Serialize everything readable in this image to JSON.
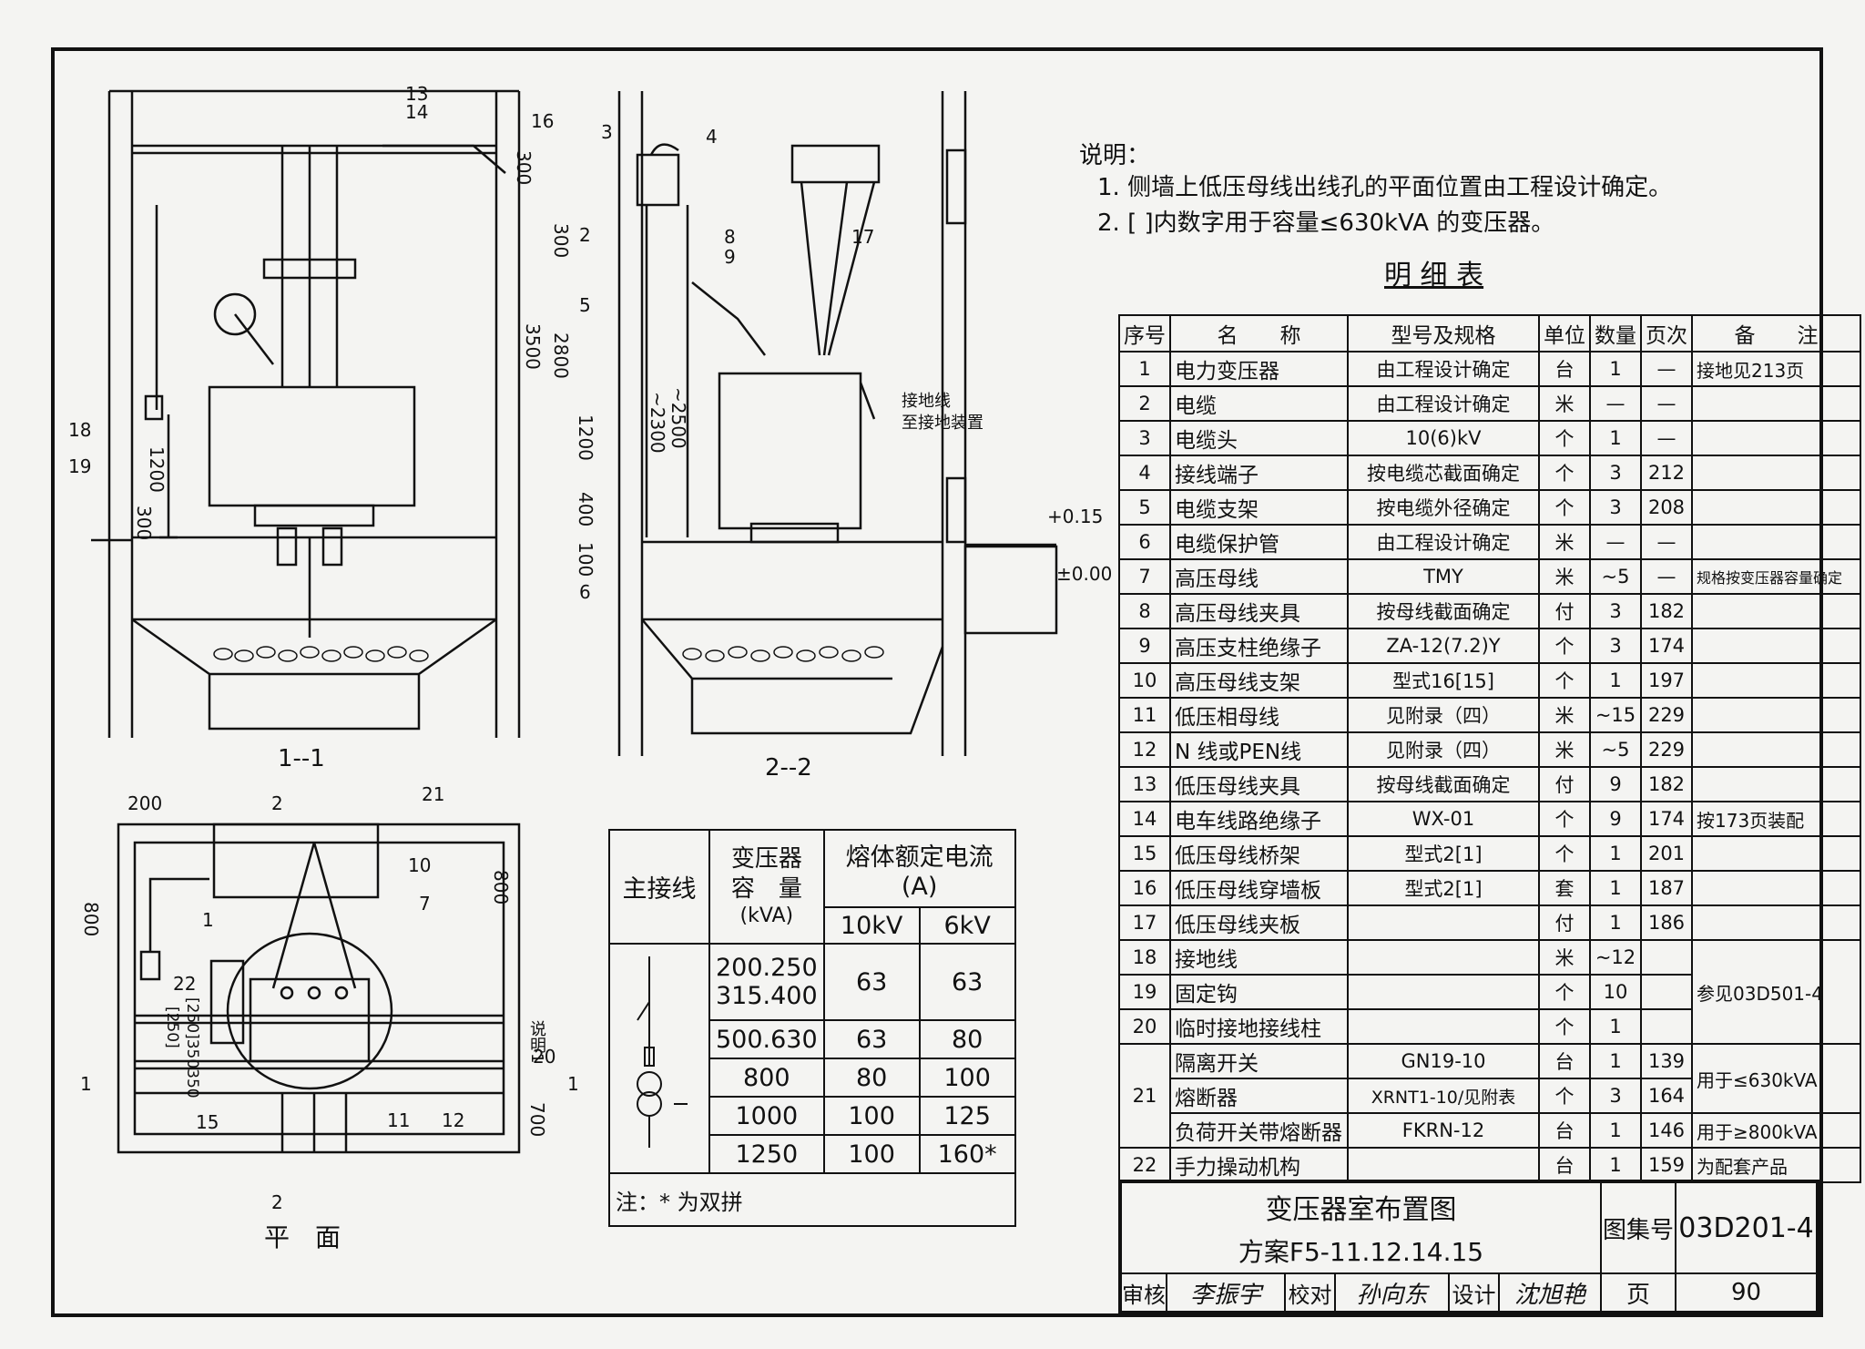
{
  "notes": {
    "heading": "说明：",
    "items": [
      "1. 侧墙上低压母线出线孔的平面位置由工程设计确定。",
      "2. [ ]内数字用于容量≤630kVA 的变压器。"
    ]
  },
  "parts_table": {
    "title": "明 细 表",
    "headers": [
      "序号",
      "名　　称",
      "型号及规格",
      "单位",
      "数量",
      "页次",
      "备　　注"
    ],
    "rows": [
      [
        "1",
        "电力变压器",
        "由工程设计确定",
        "台",
        "1",
        "—",
        "接地见213页"
      ],
      [
        "2",
        "电缆",
        "由工程设计确定",
        "米",
        "—",
        "—",
        ""
      ],
      [
        "3",
        "电缆头",
        "10(6)kV",
        "个",
        "1",
        "—",
        ""
      ],
      [
        "4",
        "接线端子",
        "按电缆芯截面确定",
        "个",
        "3",
        "212",
        ""
      ],
      [
        "5",
        "电缆支架",
        "按电缆外径确定",
        "个",
        "3",
        "208",
        ""
      ],
      [
        "6",
        "电缆保护管",
        "由工程设计确定",
        "米",
        "—",
        "—",
        ""
      ],
      [
        "7",
        "高压母线",
        "TMY",
        "米",
        "~5",
        "—",
        "规格按变压器容量确定"
      ],
      [
        "8",
        "高压母线夹具",
        "按母线截面确定",
        "付",
        "3",
        "182",
        ""
      ],
      [
        "9",
        "高压支柱绝缘子",
        "ZA-12(7.2)Y",
        "个",
        "3",
        "174",
        ""
      ],
      [
        "10",
        "高压母线支架",
        "型式16[15]",
        "个",
        "1",
        "197",
        ""
      ],
      [
        "11",
        "低压相母线",
        "见附录（四）",
        "米",
        "~15",
        "229",
        ""
      ],
      [
        "12",
        "N 线或PEN线",
        "见附录（四）",
        "米",
        "~5",
        "229",
        ""
      ],
      [
        "13",
        "低压母线夹具",
        "按母线截面确定",
        "付",
        "9",
        "182",
        ""
      ],
      [
        "14",
        "电车线路绝缘子",
        "WX-01",
        "个",
        "9",
        "174",
        "按173页装配"
      ],
      [
        "15",
        "低压母线桥架",
        "型式2[1]",
        "个",
        "1",
        "201",
        ""
      ],
      [
        "16",
        "低压母线穿墙板",
        "型式2[1]",
        "套",
        "1",
        "187",
        ""
      ],
      [
        "17",
        "低压母线夹板",
        "",
        "付",
        "1",
        "186",
        ""
      ],
      [
        "18",
        "接地线",
        "",
        "米",
        "~12",
        "",
        "参见03D501-4"
      ],
      [
        "19",
        "固定钩",
        "",
        "个",
        "10",
        "",
        ""
      ],
      [
        "20",
        "临时接地接线柱",
        "",
        "个",
        "1",
        "",
        ""
      ],
      [
        "21",
        "隔离开关",
        "GN19-10",
        "台",
        "1",
        "139",
        "用于≤630kVA"
      ],
      [
        "",
        "熔断器",
        "XRNT1-10/见附表",
        "个",
        "3",
        "164",
        ""
      ],
      [
        "",
        "负荷开关带熔断器",
        "FKRN-12",
        "台",
        "1",
        "146",
        "用于≥800kVA"
      ],
      [
        "22",
        "手力操动机构",
        "",
        "台",
        "1",
        "159",
        "为配套产品"
      ]
    ]
  },
  "fuse_table": {
    "h_main": "主接线",
    "h_capacity": [
      "变压器",
      "容　量",
      "(kVA)"
    ],
    "h_current": "熔体额定电流 (A)",
    "h_10kv": "10kV",
    "h_6kv": "6kV",
    "rows": [
      [
        "200.250\n315.400",
        "63",
        "63"
      ],
      [
        "500.630",
        "63",
        "80"
      ],
      [
        "800",
        "80",
        "100"
      ],
      [
        "1000",
        "100",
        "125"
      ],
      [
        "1250",
        "100",
        "160*"
      ]
    ],
    "footnote": "注：* 为双拼"
  },
  "title_block": {
    "title": "变压器室布置图",
    "subtitle": "方案F5-11.12.14.15",
    "atlas_label": "图集号",
    "atlas_no": "03D201-4",
    "review_label": "审核",
    "check_label": "校对",
    "design_label": "设计",
    "page_label": "页",
    "page_no": "90"
  },
  "views": {
    "section_1": "1--1",
    "section_2": "2--2",
    "plan": "平　面",
    "grounding_note": [
      "接地线",
      "至接地装置"
    ],
    "explain_label": "说明1",
    "levels": [
      "+0.15",
      "±0.00"
    ]
  },
  "dimensions": {
    "section_1": [
      "300",
      "3500",
      "1200",
      "300"
    ],
    "section_2": [
      "300",
      "2800",
      "1200",
      "400",
      "100",
      "~2300",
      "~2500"
    ],
    "plan": [
      "200",
      "800",
      "800",
      "[250]",
      "[250]350350",
      "700"
    ]
  },
  "callouts": {
    "section_1": [
      "13",
      "14",
      "16",
      "18",
      "19"
    ],
    "section_2": [
      "3",
      "4",
      "2",
      "8",
      "9",
      "5",
      "6",
      "17"
    ],
    "plan": [
      "21",
      "10",
      "7",
      "1",
      "22",
      "20",
      "15",
      "11",
      "12",
      "1",
      "1",
      "2",
      "2"
    ]
  }
}
